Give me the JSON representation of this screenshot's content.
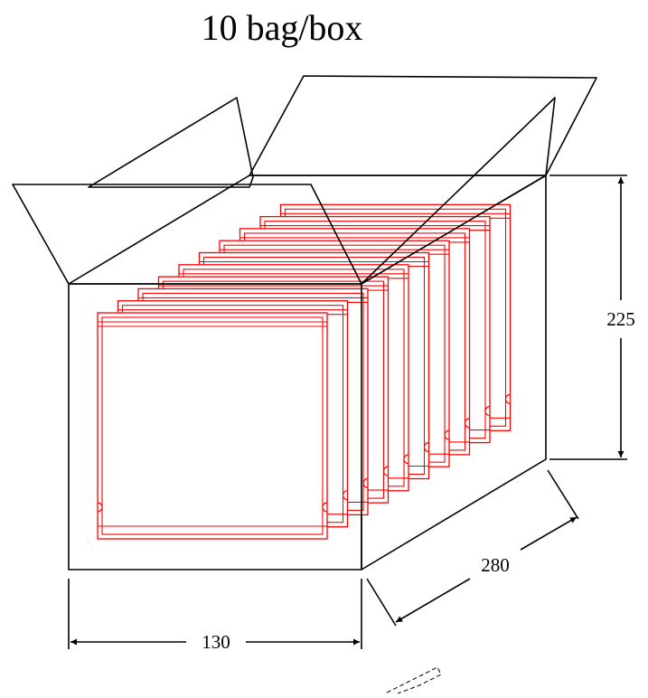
{
  "title": "10 bag/box",
  "dimensions": {
    "width": "130",
    "depth": "280",
    "height": "225"
  },
  "bag_count": 10,
  "colors": {
    "box_outline": "#000000",
    "bag_outline": "#ff0000"
  }
}
